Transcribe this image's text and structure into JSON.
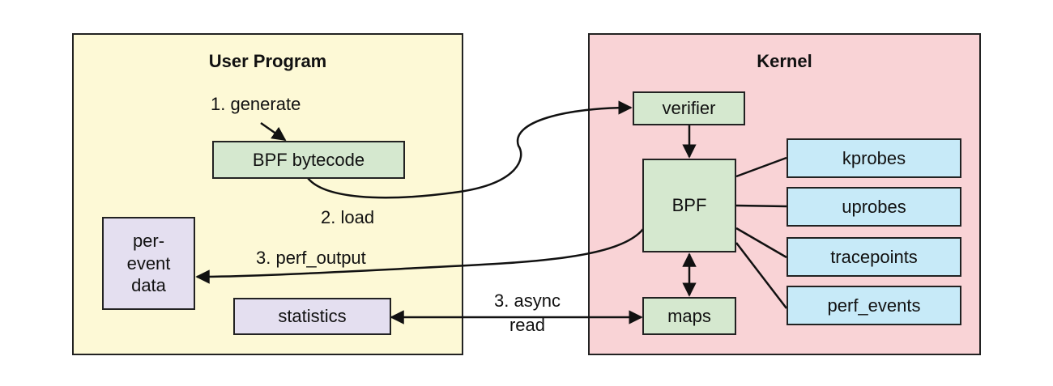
{
  "colors": {
    "user_region": "#fdf9d6",
    "kernel_region": "#f9d3d6",
    "green_box": "#d5e8cf",
    "lilac_box": "#e4dff0",
    "blue_box": "#c7eaf8",
    "line": "#111111"
  },
  "user_program": {
    "title": "User Program",
    "boxes": {
      "bpf_bytecode": "BPF bytecode",
      "per_event_data_line1": "per-",
      "per_event_data_line2": "event",
      "per_event_data_line3": "data",
      "statistics": "statistics"
    }
  },
  "kernel": {
    "title": "Kernel",
    "boxes": {
      "verifier": "verifier",
      "bpf": "BPF",
      "maps": "maps"
    },
    "event_sources": [
      "kprobes",
      "uprobes",
      "tracepoints",
      "perf_events"
    ]
  },
  "edges": {
    "generate": "1. generate",
    "load": "2. load",
    "perf_output": "3. perf_output",
    "async_read_line1": "3. async",
    "async_read_line2": "read"
  }
}
